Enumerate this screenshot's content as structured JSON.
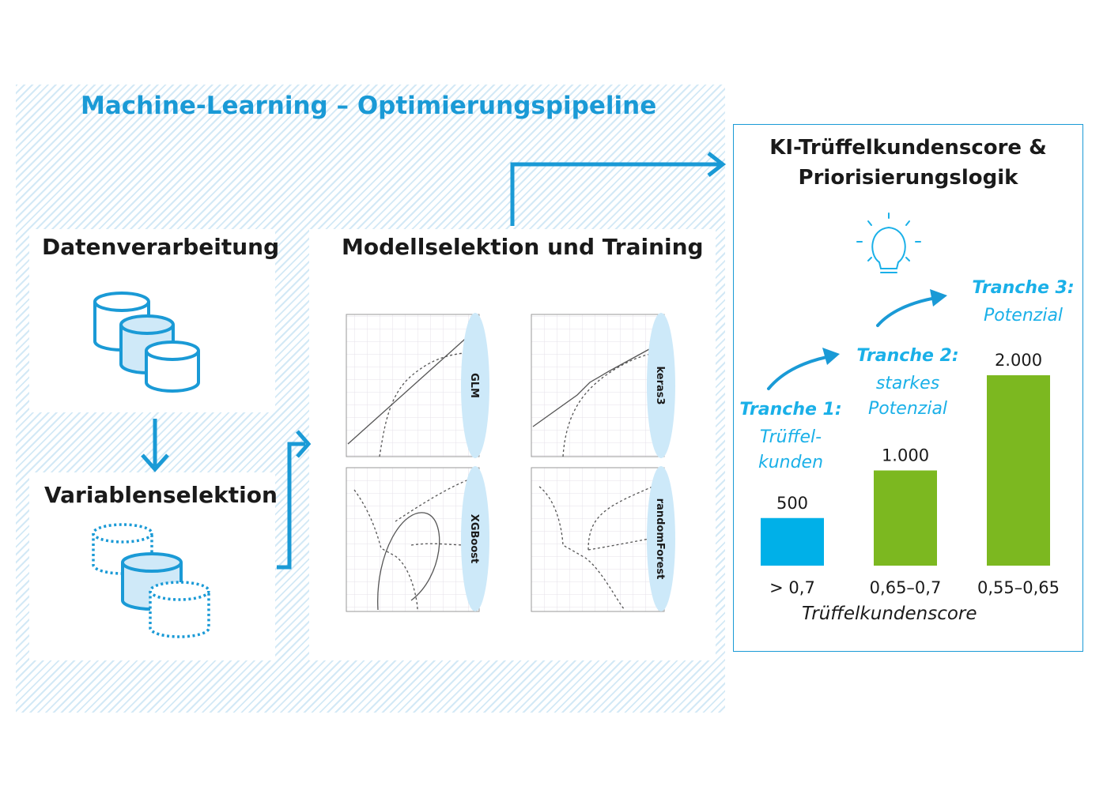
{
  "title": "Machine-Learning – Optimierungspipeline",
  "steps": {
    "data_processing": "Datenverarbeitung",
    "variable_selection": "Variablenselektion",
    "model_selection": "Modellselektion und Training"
  },
  "models": [
    "GLM",
    "keras3",
    "XGBoost",
    "randomForest"
  ],
  "result": {
    "title_line1": "KI-Trüffelkundenscore &",
    "title_line2": "Priorisierungslogik",
    "icon": "lightbulb-icon"
  },
  "tranches": [
    {
      "head": "Tranche 1:",
      "sub_lines": [
        "Trüffel-",
        "kunden"
      ]
    },
    {
      "head": "Tranche 2:",
      "sub_lines": [
        "starkes",
        "Potenzial"
      ]
    },
    {
      "head": "Tranche 3:",
      "sub_lines": [
        "Potenzial"
      ]
    }
  ],
  "chart_data": {
    "type": "bar",
    "categories": [
      "> 0,7",
      "0,65–0,7",
      "0,55–0,65"
    ],
    "values": [
      500,
      1000,
      2000
    ],
    "value_labels": [
      "500",
      "1.000",
      "2.000"
    ],
    "colors": [
      "#00b0e8",
      "#7cb820",
      "#7cb820"
    ],
    "xlabel": "Trüffelkundenscore",
    "ylabel": "",
    "ylim": [
      0,
      2000
    ]
  },
  "colors": {
    "accent": "#1a9ad6",
    "bar_blue": "#00b0e8",
    "bar_green": "#7cb820"
  }
}
